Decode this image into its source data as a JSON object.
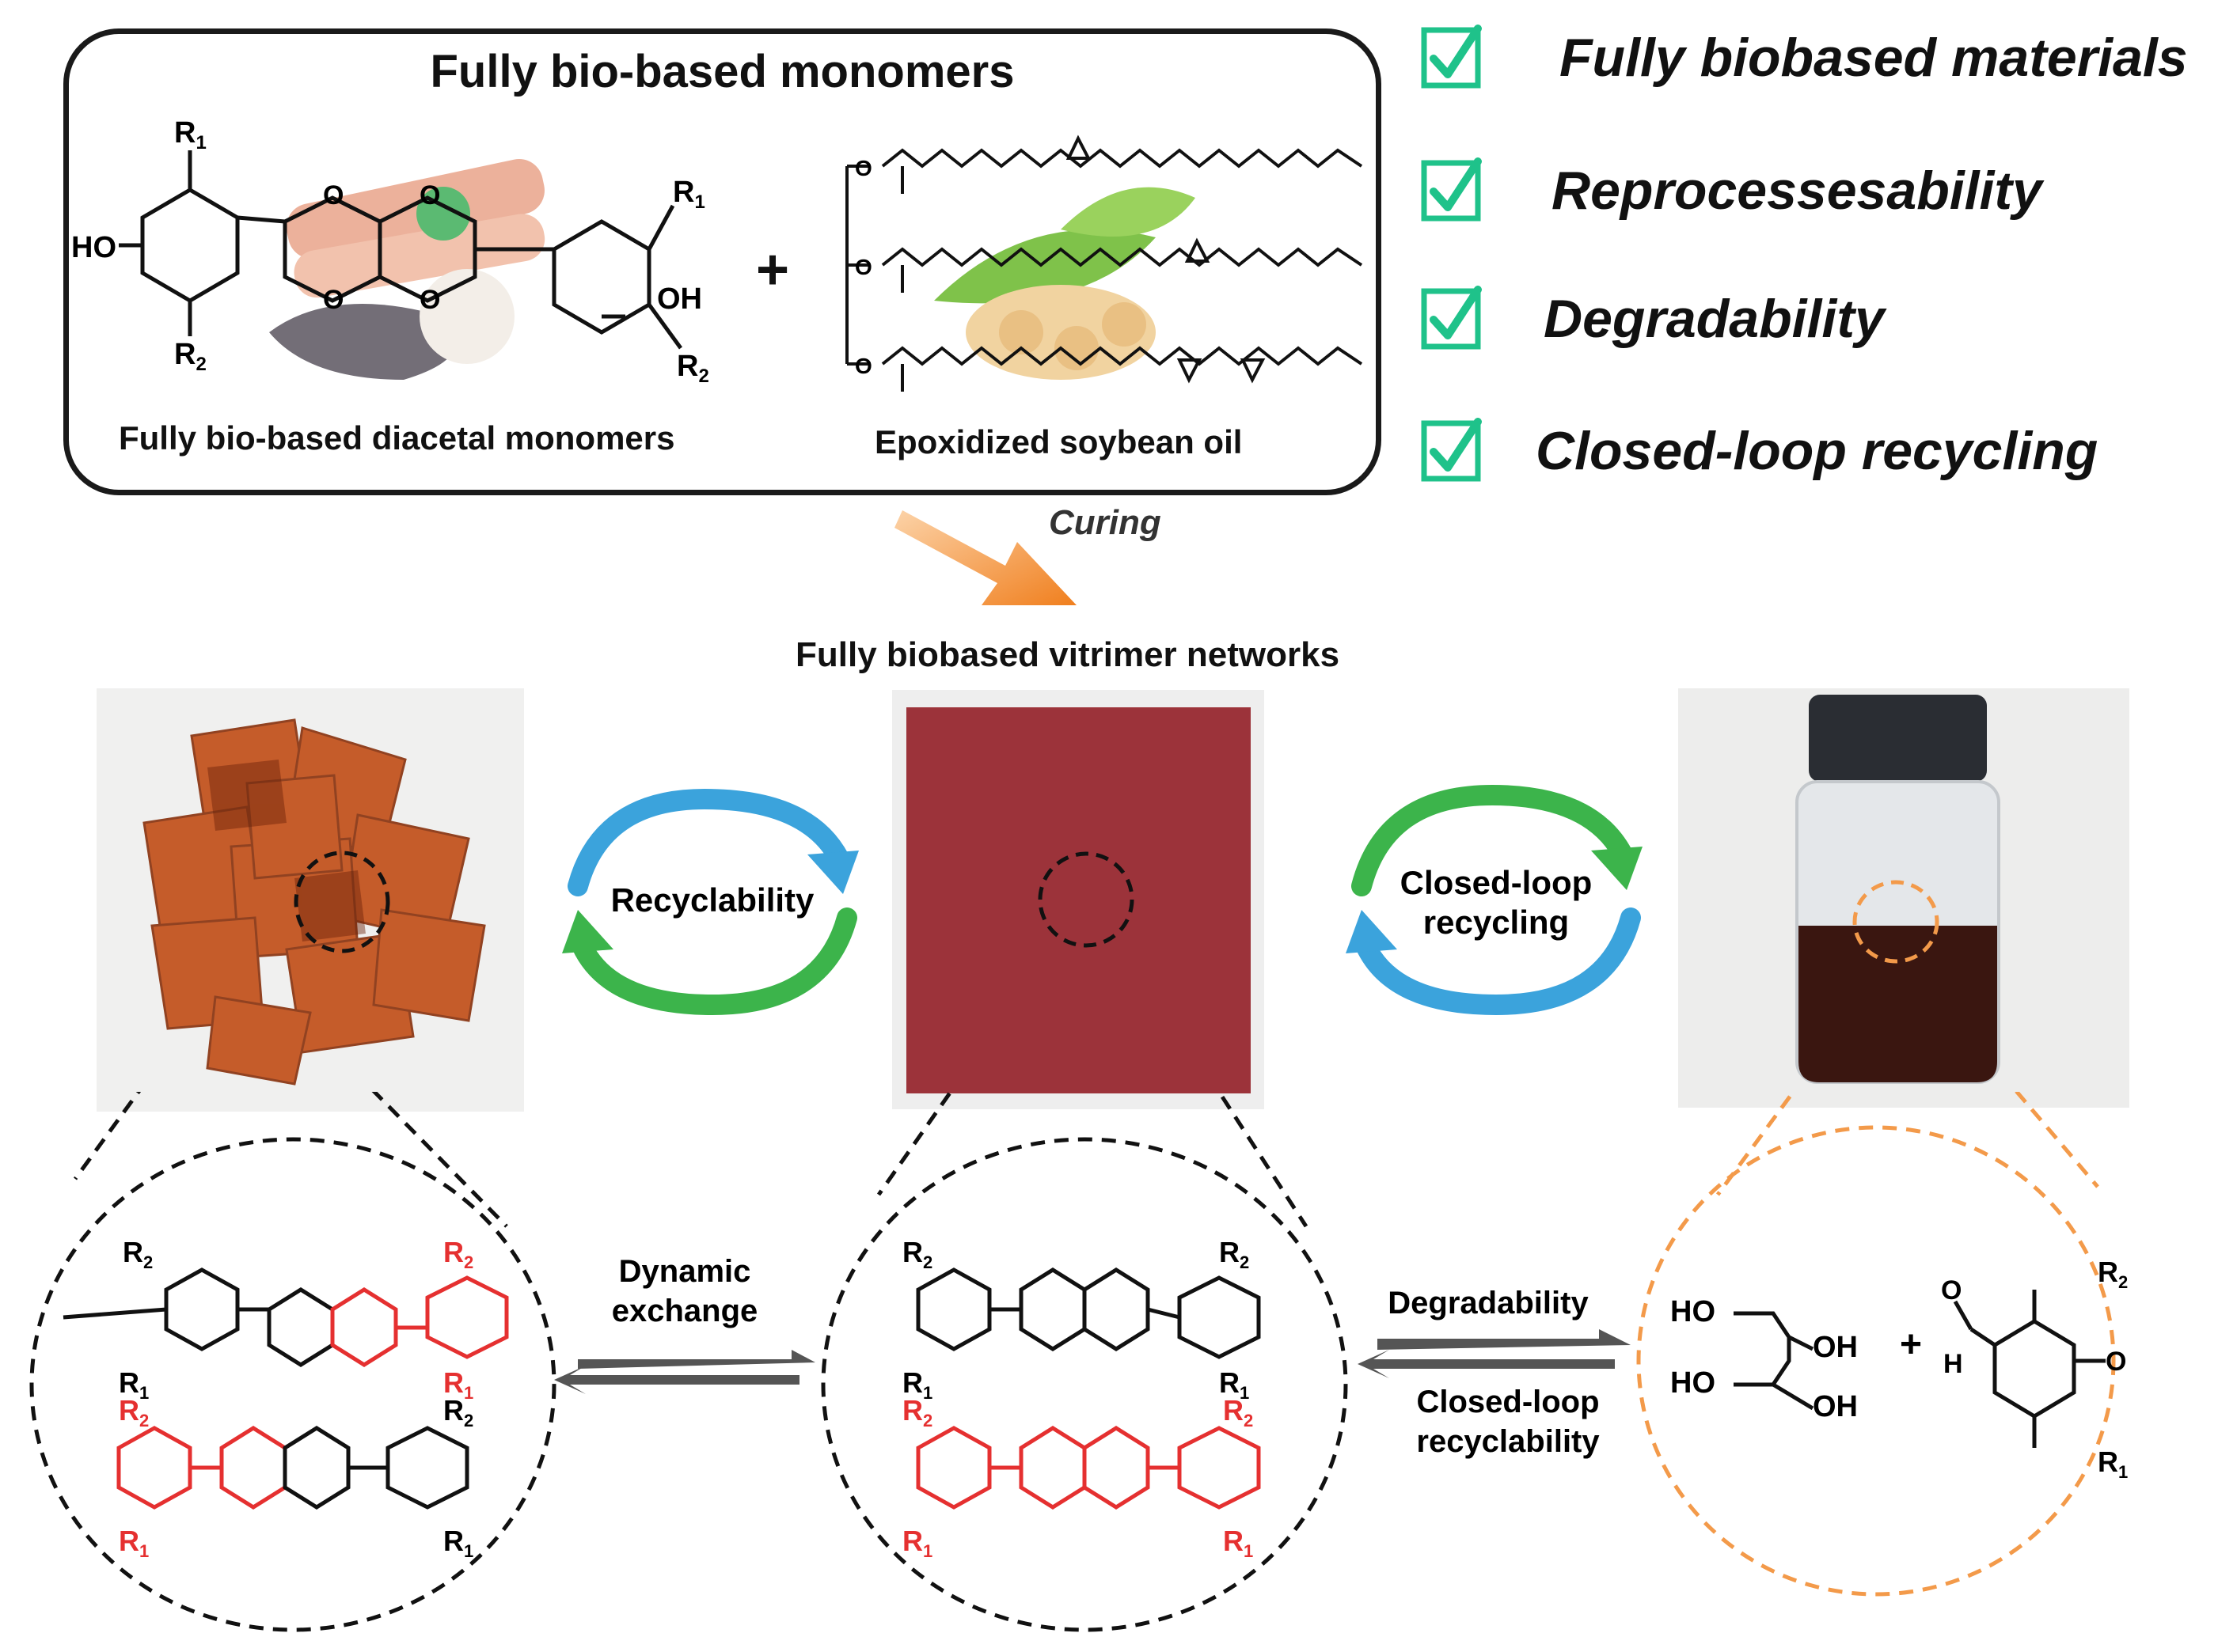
{
  "monomers": {
    "title": "Fully bio-based monomers",
    "diacetal_caption": "Fully bio-based diacetal monomers",
    "soybean_caption": "Epoxidized soybean oil",
    "plus": "+"
  },
  "checklist": {
    "items": [
      "Fully biobased materials",
      "Reprocessesability",
      "Degradability",
      "Closed-loop recycling"
    ],
    "check_color": "#1fc28a"
  },
  "curing_label": "Curing",
  "network_title": "Fully biobased vitrimer networks",
  "cycles": {
    "left": "Recyclability",
    "right_line1": "Closed-loop",
    "right_line2": "recycling"
  },
  "arrows": {
    "dynamic_line1": "Dynamic",
    "dynamic_line2": "exchange",
    "degradability": "Degradability",
    "closed_line1": "Closed-loop",
    "closed_line2": "recyclability"
  },
  "chem_labels": {
    "r1": "R",
    "sub1": "1",
    "sub2": "2",
    "ho": "HO",
    "oh": "OH",
    "o": "O",
    "h": "H",
    "plus": "+"
  },
  "colors": {
    "accent_red": "#e53030",
    "orange": "#f39a4a",
    "cycle_blue": "#3ba3dc",
    "cycle_green": "#3cb44b"
  }
}
